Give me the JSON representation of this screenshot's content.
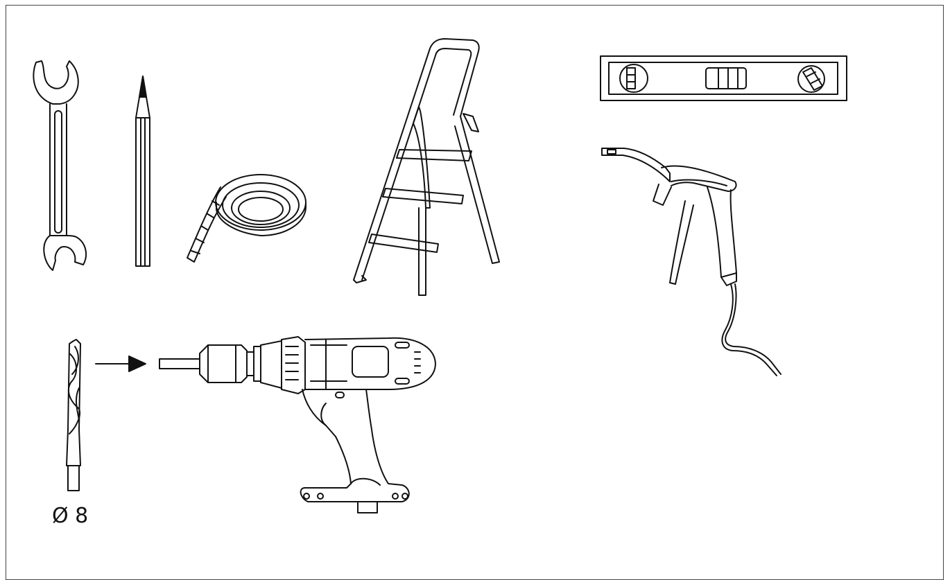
{
  "tools": {
    "wrench_icon": "open-end-wrench",
    "pencil_icon": "pencil",
    "tape_icon": "tape-roll",
    "ladder_icon": "step-ladder",
    "level_icon": "spirit-level",
    "blowgun_icon": "air-blow-gun",
    "drill_bit_icon": "drill-bit",
    "drill_icon": "cordless-drill"
  },
  "drill_bit_size_label": "Ø 8",
  "colors": {
    "stroke": "#111111",
    "background": "#ffffff"
  }
}
